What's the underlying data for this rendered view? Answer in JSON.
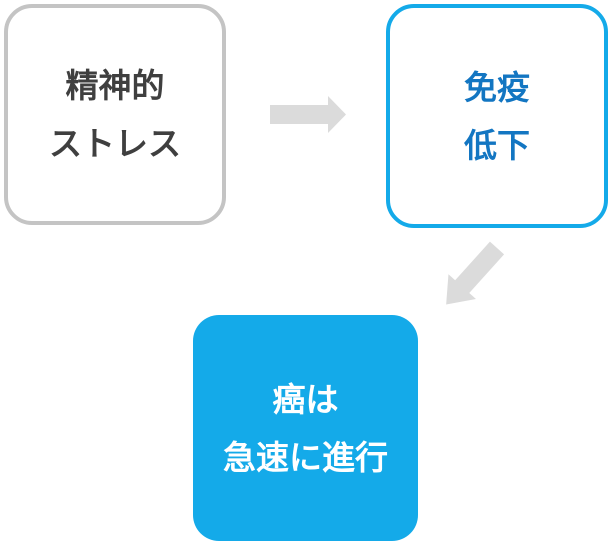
{
  "diagram": {
    "colors": {
      "gray_border": "#c4c4c4",
      "dark_text": "#3f3f3f",
      "accent_cyan": "#14aae9",
      "blue_text": "#1376c2",
      "arrow_gray": "#dbdbdb",
      "white_text": "#ffffff",
      "canvas_bg": "#ffffff"
    },
    "nodes": [
      {
        "id": "mental-stress",
        "style": "outlined-gray",
        "lines": [
          "精神的",
          "ストレス"
        ]
      },
      {
        "id": "immune-decline",
        "style": "outlined-cyan",
        "lines": [
          "免疫",
          "低下"
        ]
      },
      {
        "id": "cancer-progression",
        "style": "filled-cyan",
        "lines": [
          "癌は",
          "急速に進行"
        ]
      }
    ],
    "arrows": [
      {
        "from": "mental-stress",
        "to": "immune-decline",
        "direction": "right"
      },
      {
        "from": "immune-decline",
        "to": "cancer-progression",
        "direction": "down-left"
      }
    ]
  }
}
